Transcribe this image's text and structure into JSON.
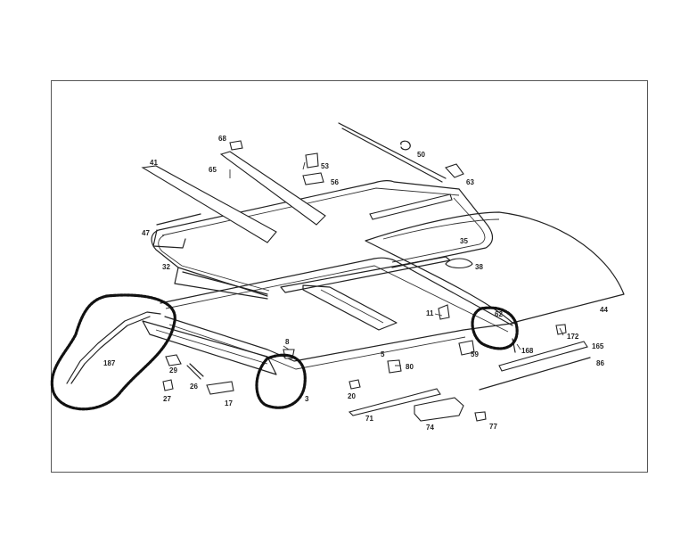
{
  "diagram": {
    "part_labels": {
      "p187": "187",
      "p41": "41",
      "p65": "65",
      "p68": "68",
      "p53": "53",
      "p56": "56",
      "p50": "50",
      "p63": "63",
      "p47": "47",
      "p35": "35",
      "p38": "38",
      "p32": "32",
      "p44": "44",
      "p11": "11",
      "p62": "62",
      "p172": "172",
      "p168": "168",
      "p165": "165",
      "p86": "86",
      "p59": "59",
      "p8": "8",
      "p5": "5",
      "p80": "80",
      "p29": "29",
      "p26": "26",
      "p27": "27",
      "p17": "17",
      "p3": "3",
      "p20": "20",
      "p71": "71",
      "p74": "74",
      "p77": "77"
    }
  }
}
